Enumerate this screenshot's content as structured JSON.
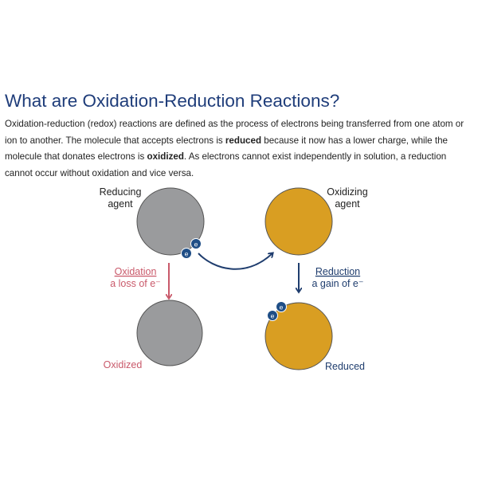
{
  "title": "What are Oxidation-Reduction Reactions?",
  "paragraph": {
    "s1": "Oxidation-reduction (redox) reactions are defined as the process of electrons being transferred from one atom or ion to another.  The molecule that accepts electrons is ",
    "reduced": "reduced",
    "s2": " because it now has a lower charge, while the molecule that donates electrons is ",
    "oxidized": "oxidized",
    "s3": ".  As electrons cannot exist independently in solution, a reduction cannot occur without oxidation and vice versa."
  },
  "diagram": {
    "reducing_agent": [
      "Reducing",
      "agent"
    ],
    "oxidizing_agent": [
      "Oxidizing",
      "agent"
    ],
    "oxidation_label": "Oxidation",
    "oxidation_desc": "a loss of e⁻",
    "reduction_label": "Reduction",
    "reduction_desc": "a gain of e⁻",
    "oxidized_label": "Oxidized",
    "reduced_label": "Reduced",
    "electron": "e",
    "electron_charge": "-"
  },
  "colors": {
    "title": "#1f3d7a",
    "reducing_circle": "#9a9b9d",
    "oxidizing_circle": "#d99e22",
    "electron": "#1f4e86",
    "oxidation": "#c9596a",
    "reduction": "#1f3d6e"
  }
}
